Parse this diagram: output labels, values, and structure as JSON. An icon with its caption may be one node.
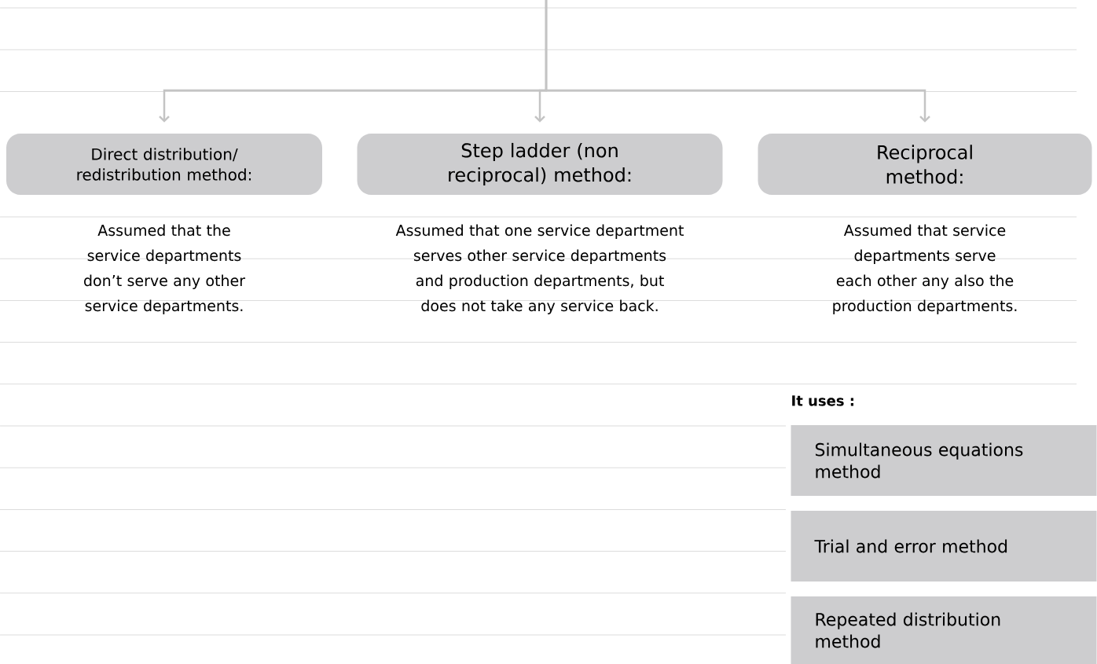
{
  "diagram": {
    "nodes": [
      {
        "text": [
          "Direct distribution/ redistribution method:"
        ],
        "beside": [
          "Assumed that the service departments don’t serve any other service departments."
        ]
      },
      {
        "text": [
          "Step ladder (non reciprocal) method:"
        ],
        "beside": [
          "Assumed that one service department serves other service departments and production departments, but does not take any service back."
        ]
      },
      {
        "text": [
          "Reciprocal method:"
        ],
        "beside": [
          "Assumed that service departments serve each other any also the production departments."
        ]
      },
      {
        "text": [
          "Simultaneous equations method"
        ]
      },
      {
        "text": [
          "Trial and error method"
        ]
      },
      {
        "text": [
          "Repeated distribution method"
        ]
      }
    ],
    "edges": [
      {
        "from": null,
        "to": 0,
        "arrow": "to"
      },
      {
        "from": null,
        "to": 1,
        "arrow": "to"
      },
      {
        "from": null,
        "to": 2,
        "arrow": "to"
      }
    ],
    "labels": [
      "It uses :"
    ]
  }
}
